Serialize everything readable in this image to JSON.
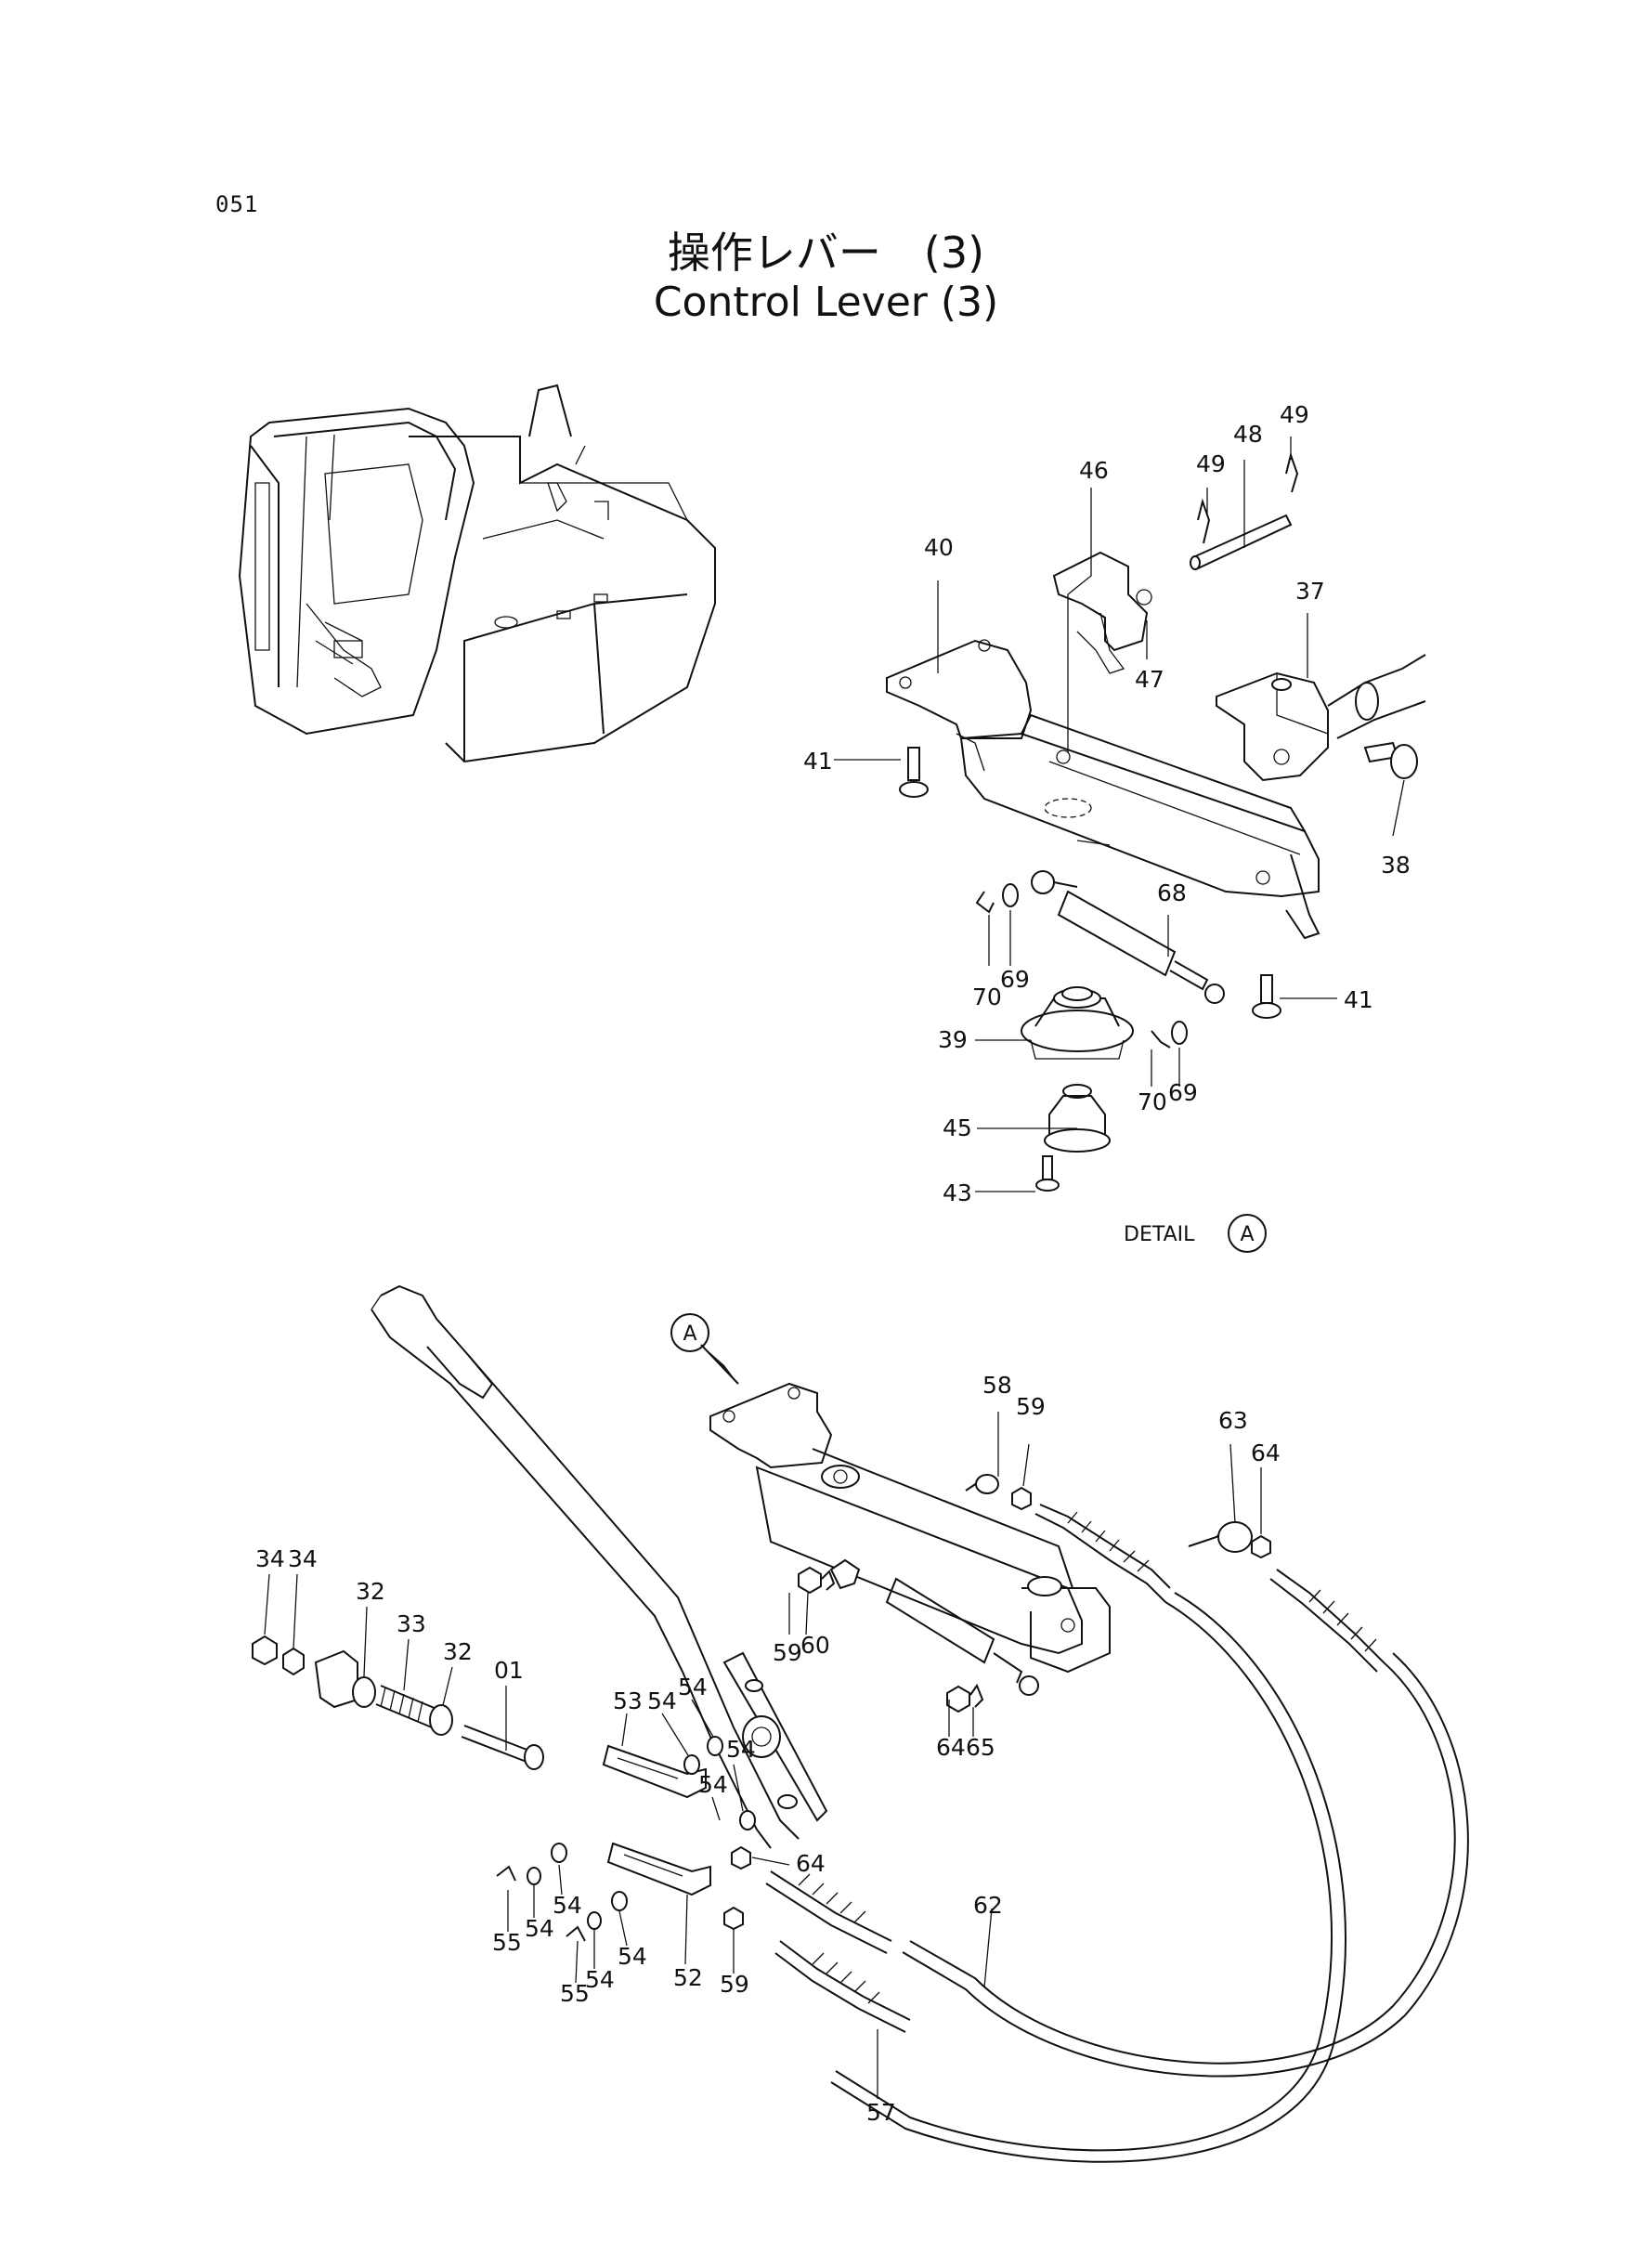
{
  "page_number": "051",
  "title_jp": "操作レバー　(3)",
  "title_en": "Control Lever (3)",
  "detail_label": "DETAIL",
  "detail_ref": "A",
  "callout_ref": "A",
  "labels": {
    "l49a": "49",
    "l49b": "49",
    "l48": "48",
    "l46": "46",
    "l40": "40",
    "l37": "37",
    "l47": "47",
    "l41a": "41",
    "l38": "38",
    "l68": "68",
    "l70a": "70",
    "l69a": "69",
    "l41b": "41",
    "l39": "39",
    "l70b": "70",
    "l69b": "69",
    "l45": "45",
    "l43": "43",
    "l58": "58",
    "l59a": "59",
    "l63": "63",
    "l64a": "64",
    "l34a": "34",
    "l34b": "34",
    "l32a": "32",
    "l33": "33",
    "l32b": "32",
    "l01": "01",
    "l59b": "59",
    "l60": "60",
    "l54a": "54",
    "l53": "53",
    "l54b": "54",
    "l54c": "54",
    "l54d": "54",
    "l64b": "64",
    "l65": "65",
    "l64c": "64",
    "l55a": "55",
    "l54e": "54",
    "l54f": "54",
    "l54g": "54",
    "l54h": "54",
    "l55b": "55",
    "l52": "52",
    "l59c": "59",
    "l62": "62",
    "l57": "57"
  }
}
